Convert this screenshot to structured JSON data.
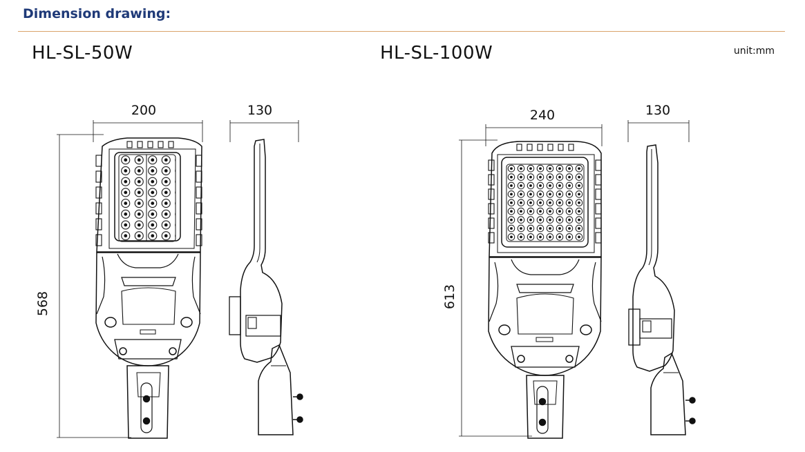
{
  "header": {
    "title": "Dimension drawing:"
  },
  "unit": "unit:mm",
  "colors": {
    "title": "#1f3a78",
    "rule": "#d9a26a",
    "line": "#111111"
  },
  "models": [
    {
      "name": "HL-SL-50W",
      "width": "200",
      "depth": "130",
      "height": "568"
    },
    {
      "name": "HL-SL-100W",
      "width": "240",
      "depth": "130",
      "height": "613"
    }
  ]
}
